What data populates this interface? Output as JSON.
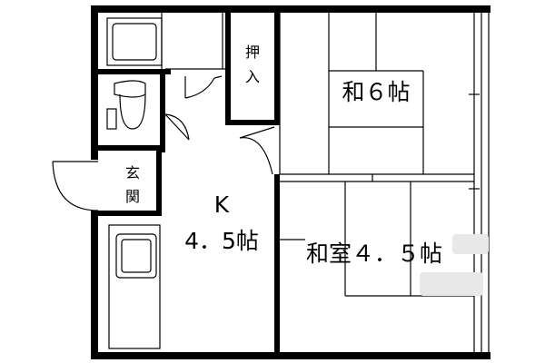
{
  "rooms": {
    "kitchen": {
      "name": "K",
      "size": "4．5帖"
    },
    "washitsu_6": {
      "label": "和６帖"
    },
    "washitsu_45": {
      "label": "和室４．５帖"
    },
    "oshiire": {
      "label": "押入"
    },
    "genkan": {
      "label": "玄関"
    }
  },
  "colors": {
    "wall": "#000000",
    "line": "#000000",
    "watermark": "#e0e0e0"
  }
}
